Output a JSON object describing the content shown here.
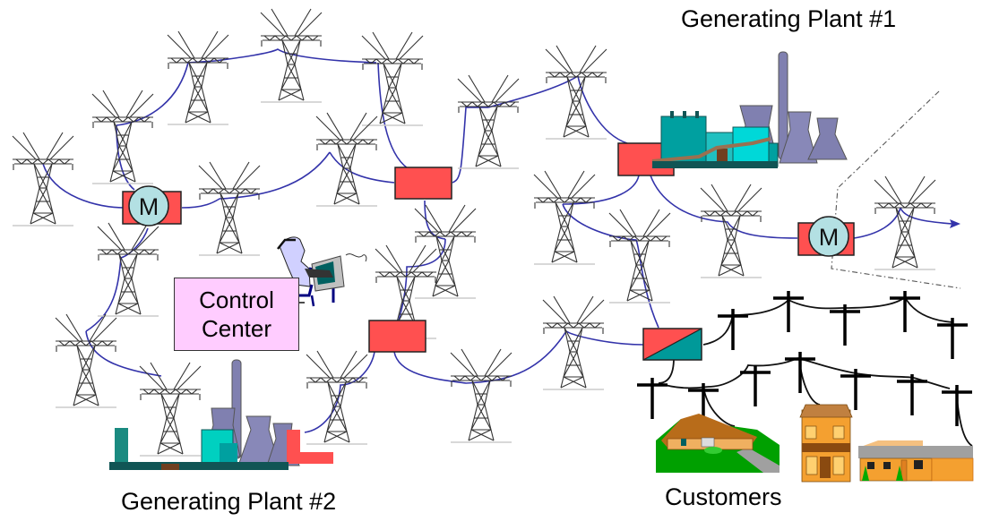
{
  "title": "Power grid overview",
  "labels": {
    "generating_plant_1": "Generating Plant #1",
    "generating_plant_2": "Generating Plant #2",
    "customers": "Customers",
    "control_center_line1": "Control",
    "control_center_line2": "Center",
    "meter_symbol": "M"
  },
  "colors": {
    "substation": "#ff5050",
    "substation_alt": "#009999",
    "meter_face": "#b3e0e3",
    "transmission_line": "#3333aa",
    "control_center_fill": "#ffccff",
    "plant_teal": "#00a0a0",
    "cooling_tower": "#8080b0"
  },
  "components": {
    "transmission_towers": 21,
    "substations": 4,
    "meters": 2,
    "distribution_transformer": 1,
    "utility_poles": 12,
    "houses": 3,
    "generating_plants": 2
  },
  "icons": [
    "transmission-tower-icon",
    "substation-icon",
    "meter-icon",
    "operator-at-computer-icon",
    "power-plant-icon",
    "utility-pole-icon",
    "house-icon",
    "arrow-right-icon"
  ]
}
